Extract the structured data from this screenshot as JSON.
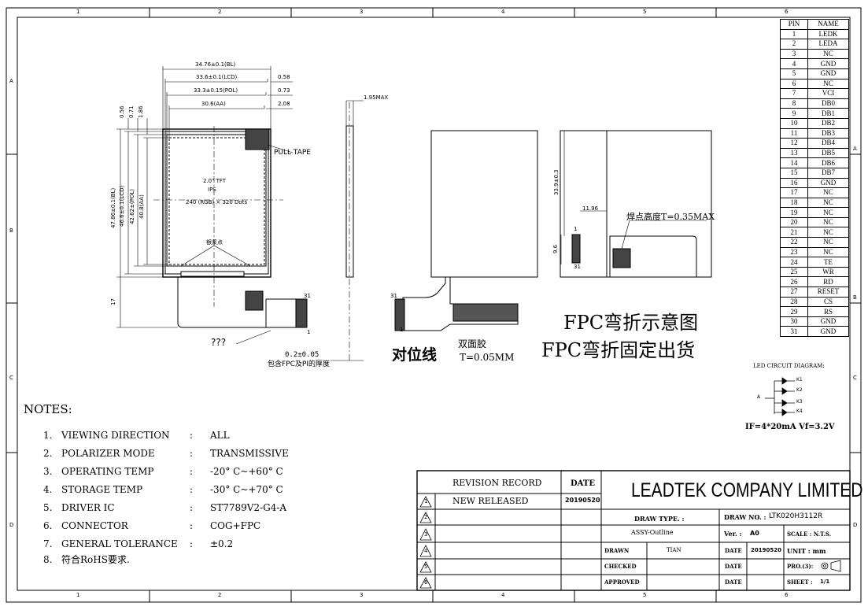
{
  "frame": {
    "cols": [
      "1",
      "2",
      "3",
      "4",
      "5",
      "6"
    ],
    "rows": [
      "A",
      "B",
      "C",
      "D"
    ]
  },
  "dimensions": {
    "bl_width": "34.76±0.1(BL)",
    "lcd_width": "33.6±0.1(LCD)",
    "pol_width": "33.3±0.15(POL)",
    "aa_width": "30.6(AA)",
    "off_058": "0.58",
    "off_073": "0.73",
    "off_208": "2.08",
    "top_056": "0.56",
    "top_071": "0.71",
    "top_186": "1.86",
    "bl_height": "47.86±0.1(BL)",
    "lcd_height": "46.6±0.1(LCD)",
    "pol_height": "42.62±(POL)",
    "aa_height": "40.8(AA)",
    "fpc_17": "17",
    "thickness": "1.95MAX",
    "h_339": "33.9±0.3",
    "w_1196": "11.96",
    "h_96": "9.6",
    "pin_1": "1",
    "pin_31": "31"
  },
  "labels": {
    "tft": "2.0\" TFT",
    "ips": "IPS",
    "resolution": "240 (RGB) × 320 Dots",
    "silver_dot": "银浆点",
    "pull_tape": "PULL TAPE",
    "unknown": "???",
    "fpc_thick_value": "0.2±0.05",
    "fpc_thick_note": "包含FPC及PI的厚度",
    "align_line": "对位线",
    "double_tape": "双面胶",
    "double_tape_t": "T=0.05MM",
    "solder_height": "焊点高度T=0.35MAX",
    "fpc_bend_1": "FPC弯折示意图",
    "fpc_bend_2": "FPC弯折固定出货"
  },
  "pin_table": {
    "header": [
      "PIN",
      "NAME"
    ],
    "rows": [
      [
        "1",
        "LEDK"
      ],
      [
        "2",
        "LEDA"
      ],
      [
        "3",
        "NC"
      ],
      [
        "4",
        "GND"
      ],
      [
        "5",
        "GND"
      ],
      [
        "6",
        "NC"
      ],
      [
        "7",
        "VCI"
      ],
      [
        "8",
        "DB0"
      ],
      [
        "9",
        "DB1"
      ],
      [
        "10",
        "DB2"
      ],
      [
        "11",
        "DB3"
      ],
      [
        "12",
        "DB4"
      ],
      [
        "13",
        "DB5"
      ],
      [
        "14",
        "DB6"
      ],
      [
        "15",
        "DB7"
      ],
      [
        "16",
        "GND"
      ],
      [
        "17",
        "NC"
      ],
      [
        "18",
        "NC"
      ],
      [
        "19",
        "NC"
      ],
      [
        "20",
        "NC"
      ],
      [
        "21",
        "NC"
      ],
      [
        "22",
        "NC"
      ],
      [
        "23",
        "NC"
      ],
      [
        "24",
        "TE"
      ],
      [
        "25",
        "WR"
      ],
      [
        "26",
        "RD"
      ],
      [
        "27",
        "RESET"
      ],
      [
        "28",
        "CS"
      ],
      [
        "29",
        "RS"
      ],
      [
        "30",
        "GND"
      ],
      [
        "31",
        "GND"
      ]
    ]
  },
  "led_circuit": {
    "title": "LED CIRCUIT DIAGRAM:",
    "anode": "A",
    "cathodes": [
      "K1",
      "K2",
      "K3",
      "K4"
    ],
    "spec": "IF=4*20mA  Vf=3.2V"
  },
  "notes": {
    "title": "NOTES:",
    "items": [
      {
        "num": "1.",
        "key": "VIEWING  DIRECTION",
        "sep": ":",
        "val": "ALL"
      },
      {
        "num": "2.",
        "key": "POLARIZER MODE",
        "sep": ":",
        "val": "TRANSMISSIVE"
      },
      {
        "num": "3.",
        "key": "OPERATING TEMP",
        "sep": ":",
        "val": "-20° C~+60° C"
      },
      {
        "num": "4.",
        "key": "STORAGE TEMP",
        "sep": ":",
        "val": "-30° C~+70° C"
      },
      {
        "num": "5.",
        "key": "DRIVER IC",
        "sep": ":",
        "val": "ST7789V2-G4-A"
      },
      {
        "num": "6.",
        "key": "CONNECTOR",
        "sep": ":",
        "val": "COG+FPC"
      },
      {
        "num": "7.",
        "key": "GENERAL TOLERANCE",
        "sep": ":",
        "val": "±0.2"
      },
      {
        "num": "8.",
        "key": "符合RoHS要求.",
        "sep": "",
        "val": ""
      }
    ]
  },
  "title_block": {
    "revision_record": "REVISION RECORD",
    "date_header": "DATE",
    "rev1_symbol": "1",
    "rev1_text": "NEW RELEASED",
    "rev1_date": "20190520",
    "rev_symbols": [
      "2",
      "3",
      "4",
      "5",
      "6"
    ],
    "company": "LEADTEK COMPANY LIMITED",
    "draw_type_label": "DRAW TYPE. :",
    "draw_type_value": "ASSY-Outline",
    "draw_no_label": "DRAW NO. :",
    "draw_no_value": "LTK020H3112R",
    "ver_label": "Ver. :",
    "ver_value": "A0",
    "scale_label": "SCALE : N.T.S.",
    "drawn_label": "DRAWN",
    "drawn_value": "TIAN",
    "checked_label": "CHECKED",
    "approved_label": "APPROVED",
    "date_label": "DATE",
    "date_value": "20190520",
    "unit_label": "UNIT : mm",
    "pro_label": "PRO.(3):",
    "sheet_label": "SHEET :",
    "sheet_value": "1/1"
  }
}
